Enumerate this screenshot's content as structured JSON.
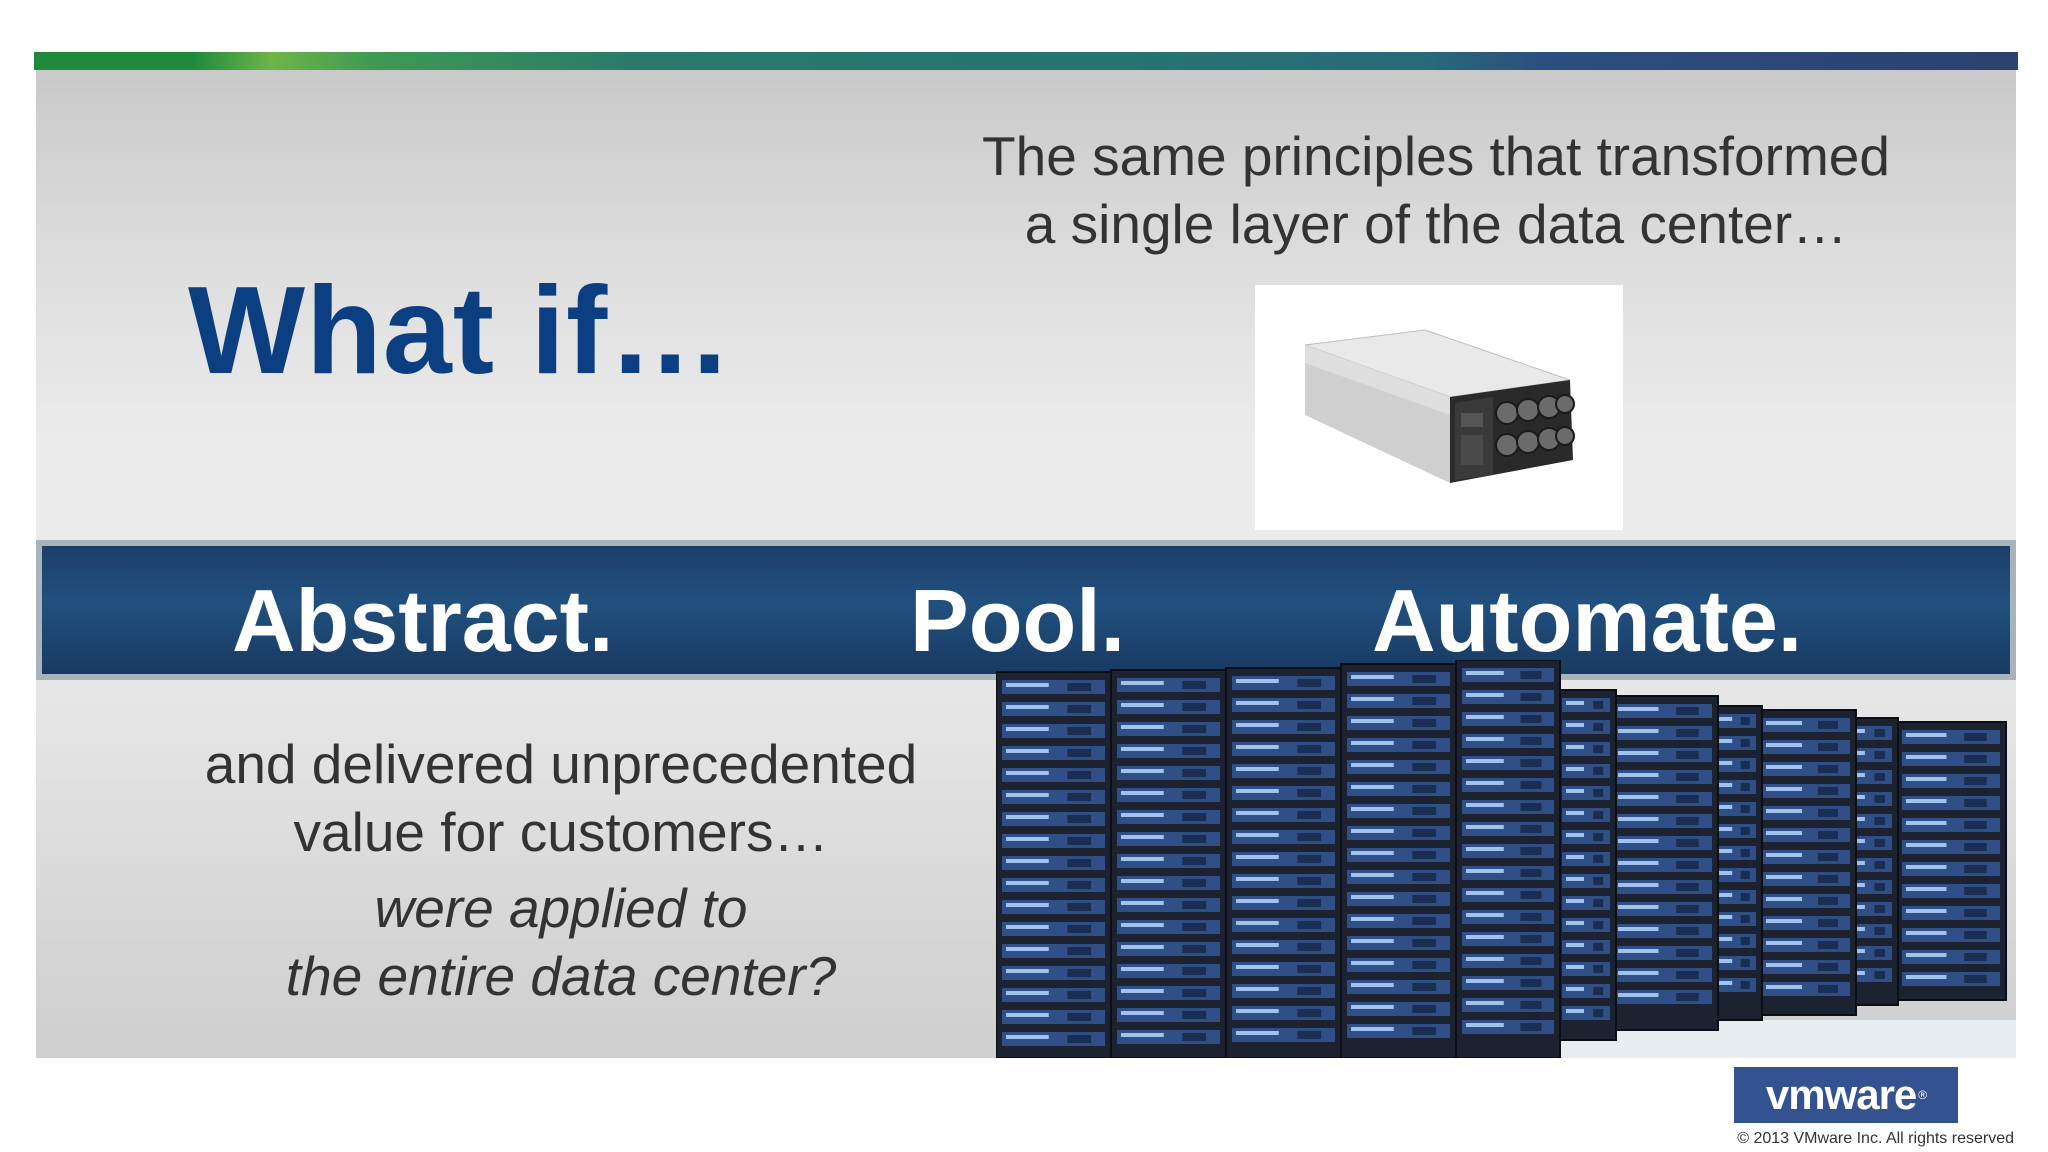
{
  "slide": {
    "headline": "What if…",
    "intro_line1": "The same principles that transformed",
    "intro_line2": "a single layer of the data center…",
    "band_words": [
      "Abstract.",
      "Pool.",
      "Automate."
    ],
    "outcome_line1": "and delivered unprecedented",
    "outcome_line2": "value for customers…",
    "question_line1": "were applied to",
    "question_line2": "the entire data center?"
  },
  "footer": {
    "logo_text": "vmware",
    "logo_mark": "®",
    "copyright": "© 2013 VMware Inc. All rights reserved"
  },
  "colors": {
    "headline": "#0c3f82",
    "band": "#1d4a78",
    "body_text": "#333333",
    "logo_bg": "#34528f"
  },
  "images": {
    "single_server": "server-chassis-photo",
    "rack_row": "server-racks-photo"
  }
}
